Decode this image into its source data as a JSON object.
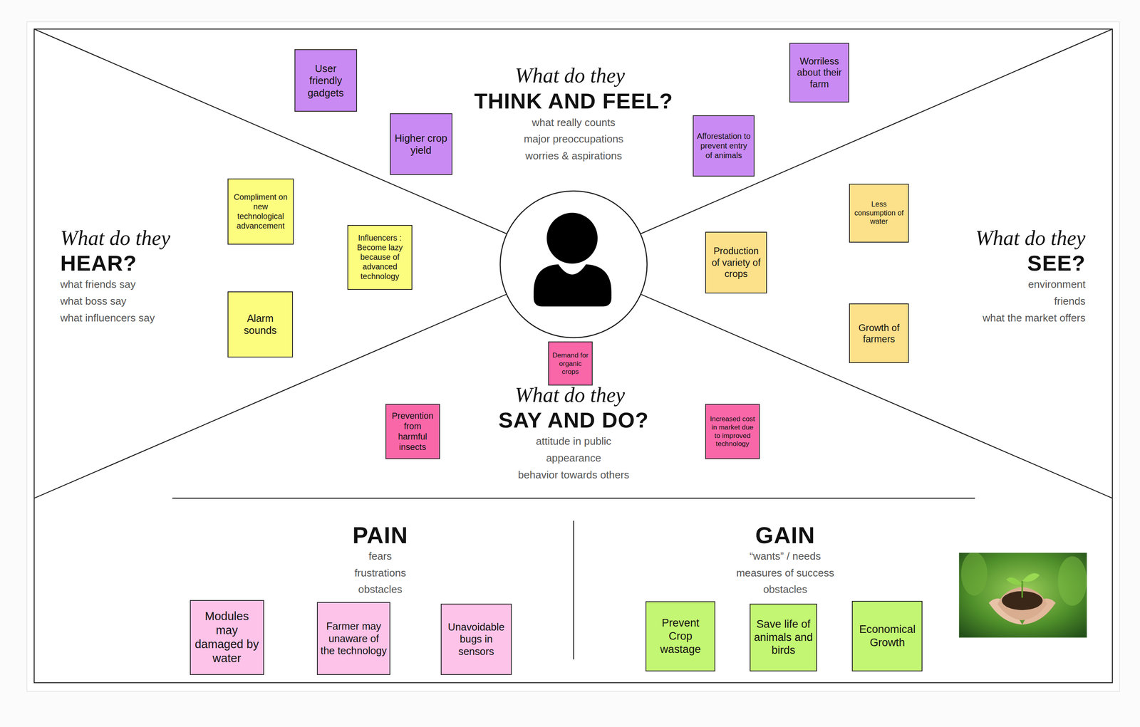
{
  "diagram": {
    "nodes": [
      {
        "text": [
          "User friendly gadgets"
        ]
      },
      {
        "text": [
          "Worriless about their farm"
        ]
      },
      {
        "text": [
          "Higher crop yield"
        ]
      },
      {
        "text": [
          "Afforestation to prevent entry of animals"
        ]
      },
      {
        "text": [
          "Compliment on new technological advancement"
        ]
      },
      {
        "text": [
          "Less consumption of water"
        ]
      },
      {
        "text": [
          "Influencers : Become lazy because of advanced technology"
        ]
      },
      {
        "text": [
          "Production of variety of crops"
        ]
      },
      {
        "text": [
          "Alarm sounds"
        ]
      },
      {
        "text": [
          "Growth of farmers"
        ]
      },
      {
        "text": [
          "Demand for organic crops"
        ]
      },
      {
        "text": [
          "Prevention from harmful insects"
        ]
      },
      {
        "text": [
          "Increased cost in market due to improved technology"
        ]
      },
      {
        "text": [
          "Modules may damaged by water"
        ]
      },
      {
        "text": [
          "Farmer may unaware of the technology"
        ]
      },
      {
        "text": [
          "Unavoidable bugs in sensors"
        ]
      },
      {
        "text": [
          "Prevent Crop wastage"
        ]
      },
      {
        "text": [
          "Save life of animals and birds"
        ]
      },
      {
        "text": [
          "Economical Growth"
        ]
      }
    ],
    "labels": [
      "What do they",
      "THINK AND FEEL?",
      "what really counts",
      "major preoccupations",
      "worries & aspirations",
      "What do they",
      "HEAR?",
      "what friends say",
      "what boss say",
      "what influencers say",
      "What do they",
      "SEE?",
      "environment",
      "friends",
      "what the market offers",
      "What do they",
      "SAY AND DO?",
      "attitude in public",
      "appearance",
      "behavior towards others",
      "PAIN",
      "fears",
      "frustrations",
      "obstacles",
      "GAIN",
      "“wants” / needs",
      "measures of success",
      "obstacles"
    ]
  }
}
